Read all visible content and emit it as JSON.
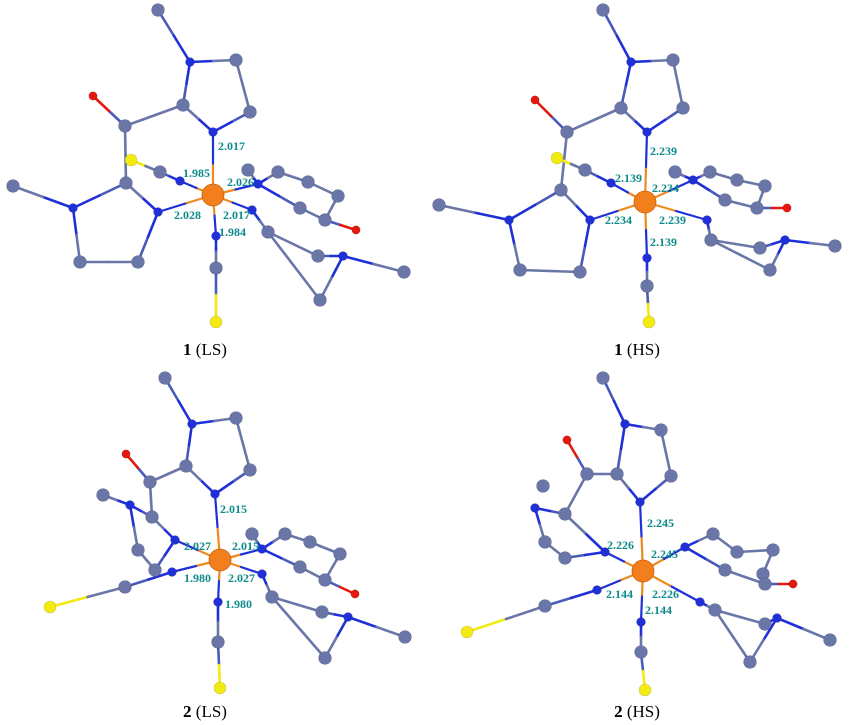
{
  "colors": {
    "fe": "#f27f1c",
    "n": "#1f30d9",
    "c": "#6a76a8",
    "o": "#e3180e",
    "s": "#f2ea10",
    "fe_bond": "#ee8a1e",
    "label": "#0e8a8a"
  },
  "panels": [
    {
      "id": "1-LS",
      "caption": {
        "compound": "1",
        "state": "(LS)"
      },
      "labels": [
        "2.017",
        "1.985",
        "2.026",
        "2.028",
        "2.017",
        "1.984"
      ]
    },
    {
      "id": "1-HS",
      "caption": {
        "compound": "1",
        "state": "(HS)"
      },
      "labels": [
        "2.239",
        "2.139",
        "2.234",
        "2.234",
        "2.239",
        "2.139"
      ]
    },
    {
      "id": "2-LS",
      "caption": {
        "compound": "2",
        "state": "(LS)"
      },
      "labels": [
        "2.015",
        "2.027",
        "2.015",
        "1.980",
        "2.027",
        "1.980"
      ]
    },
    {
      "id": "2-HS",
      "caption": {
        "compound": "2",
        "state": "(HS)"
      },
      "labels": [
        "2.245",
        "2.226",
        "2.245",
        "2.144",
        "2.226",
        "2.144"
      ]
    }
  ]
}
